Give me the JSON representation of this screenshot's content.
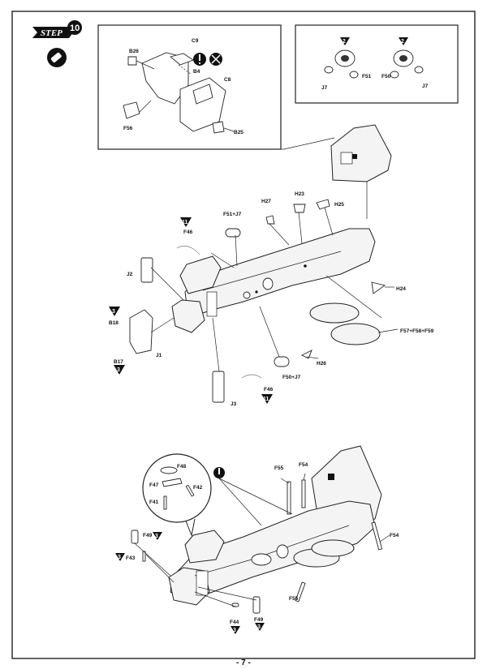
{
  "step": {
    "word": "STEP",
    "number": "10"
  },
  "page_number": "- 7 -",
  "inset_left_labels": [
    "B26",
    "C9",
    "B4",
    "C8",
    "F56",
    "B25"
  ],
  "inset_right_labels": [
    "F51",
    "J7",
    "F50",
    "J7"
  ],
  "inset_right_badges": [
    "2",
    "2"
  ],
  "upper_labels": [
    "F51+J7",
    "H27",
    "H23",
    "H25",
    "F46",
    "J2",
    "B18",
    "B17",
    "J1",
    "H24",
    "F57+F58+F59",
    "H26",
    "F50+J7",
    "F46",
    "J3"
  ],
  "upper_badges": [
    "11",
    "3",
    "3",
    "11"
  ],
  "lower_labels": [
    "F48",
    "F47",
    "F42",
    "F41",
    "F55",
    "F54",
    "F54",
    "F49",
    "F43",
    "F55",
    "F44",
    "F49"
  ],
  "lower_badges": [
    "3",
    "3",
    "3",
    "3"
  ]
}
